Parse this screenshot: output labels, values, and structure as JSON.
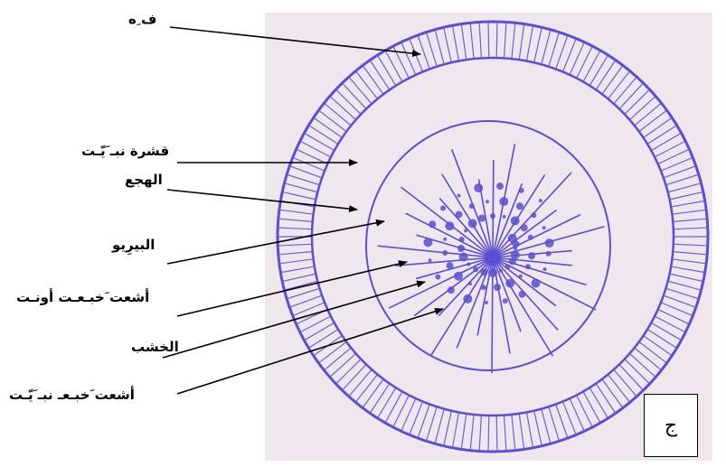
{
  "labels": [
    "ف ِه",
    "قشرة نبـ َيّـت",
    "الهجع",
    "البيرِيو",
    "أشعت َخبـعـت أونـت",
    "الخشب",
    "أشعت َخبـعـ نبـ َيّـت"
  ],
  "figure_letter": "ج",
  "colors": {
    "stain": "#5a4fd0",
    "stain_dark": "#3a2fb0",
    "background": "#efe6ee"
  }
}
